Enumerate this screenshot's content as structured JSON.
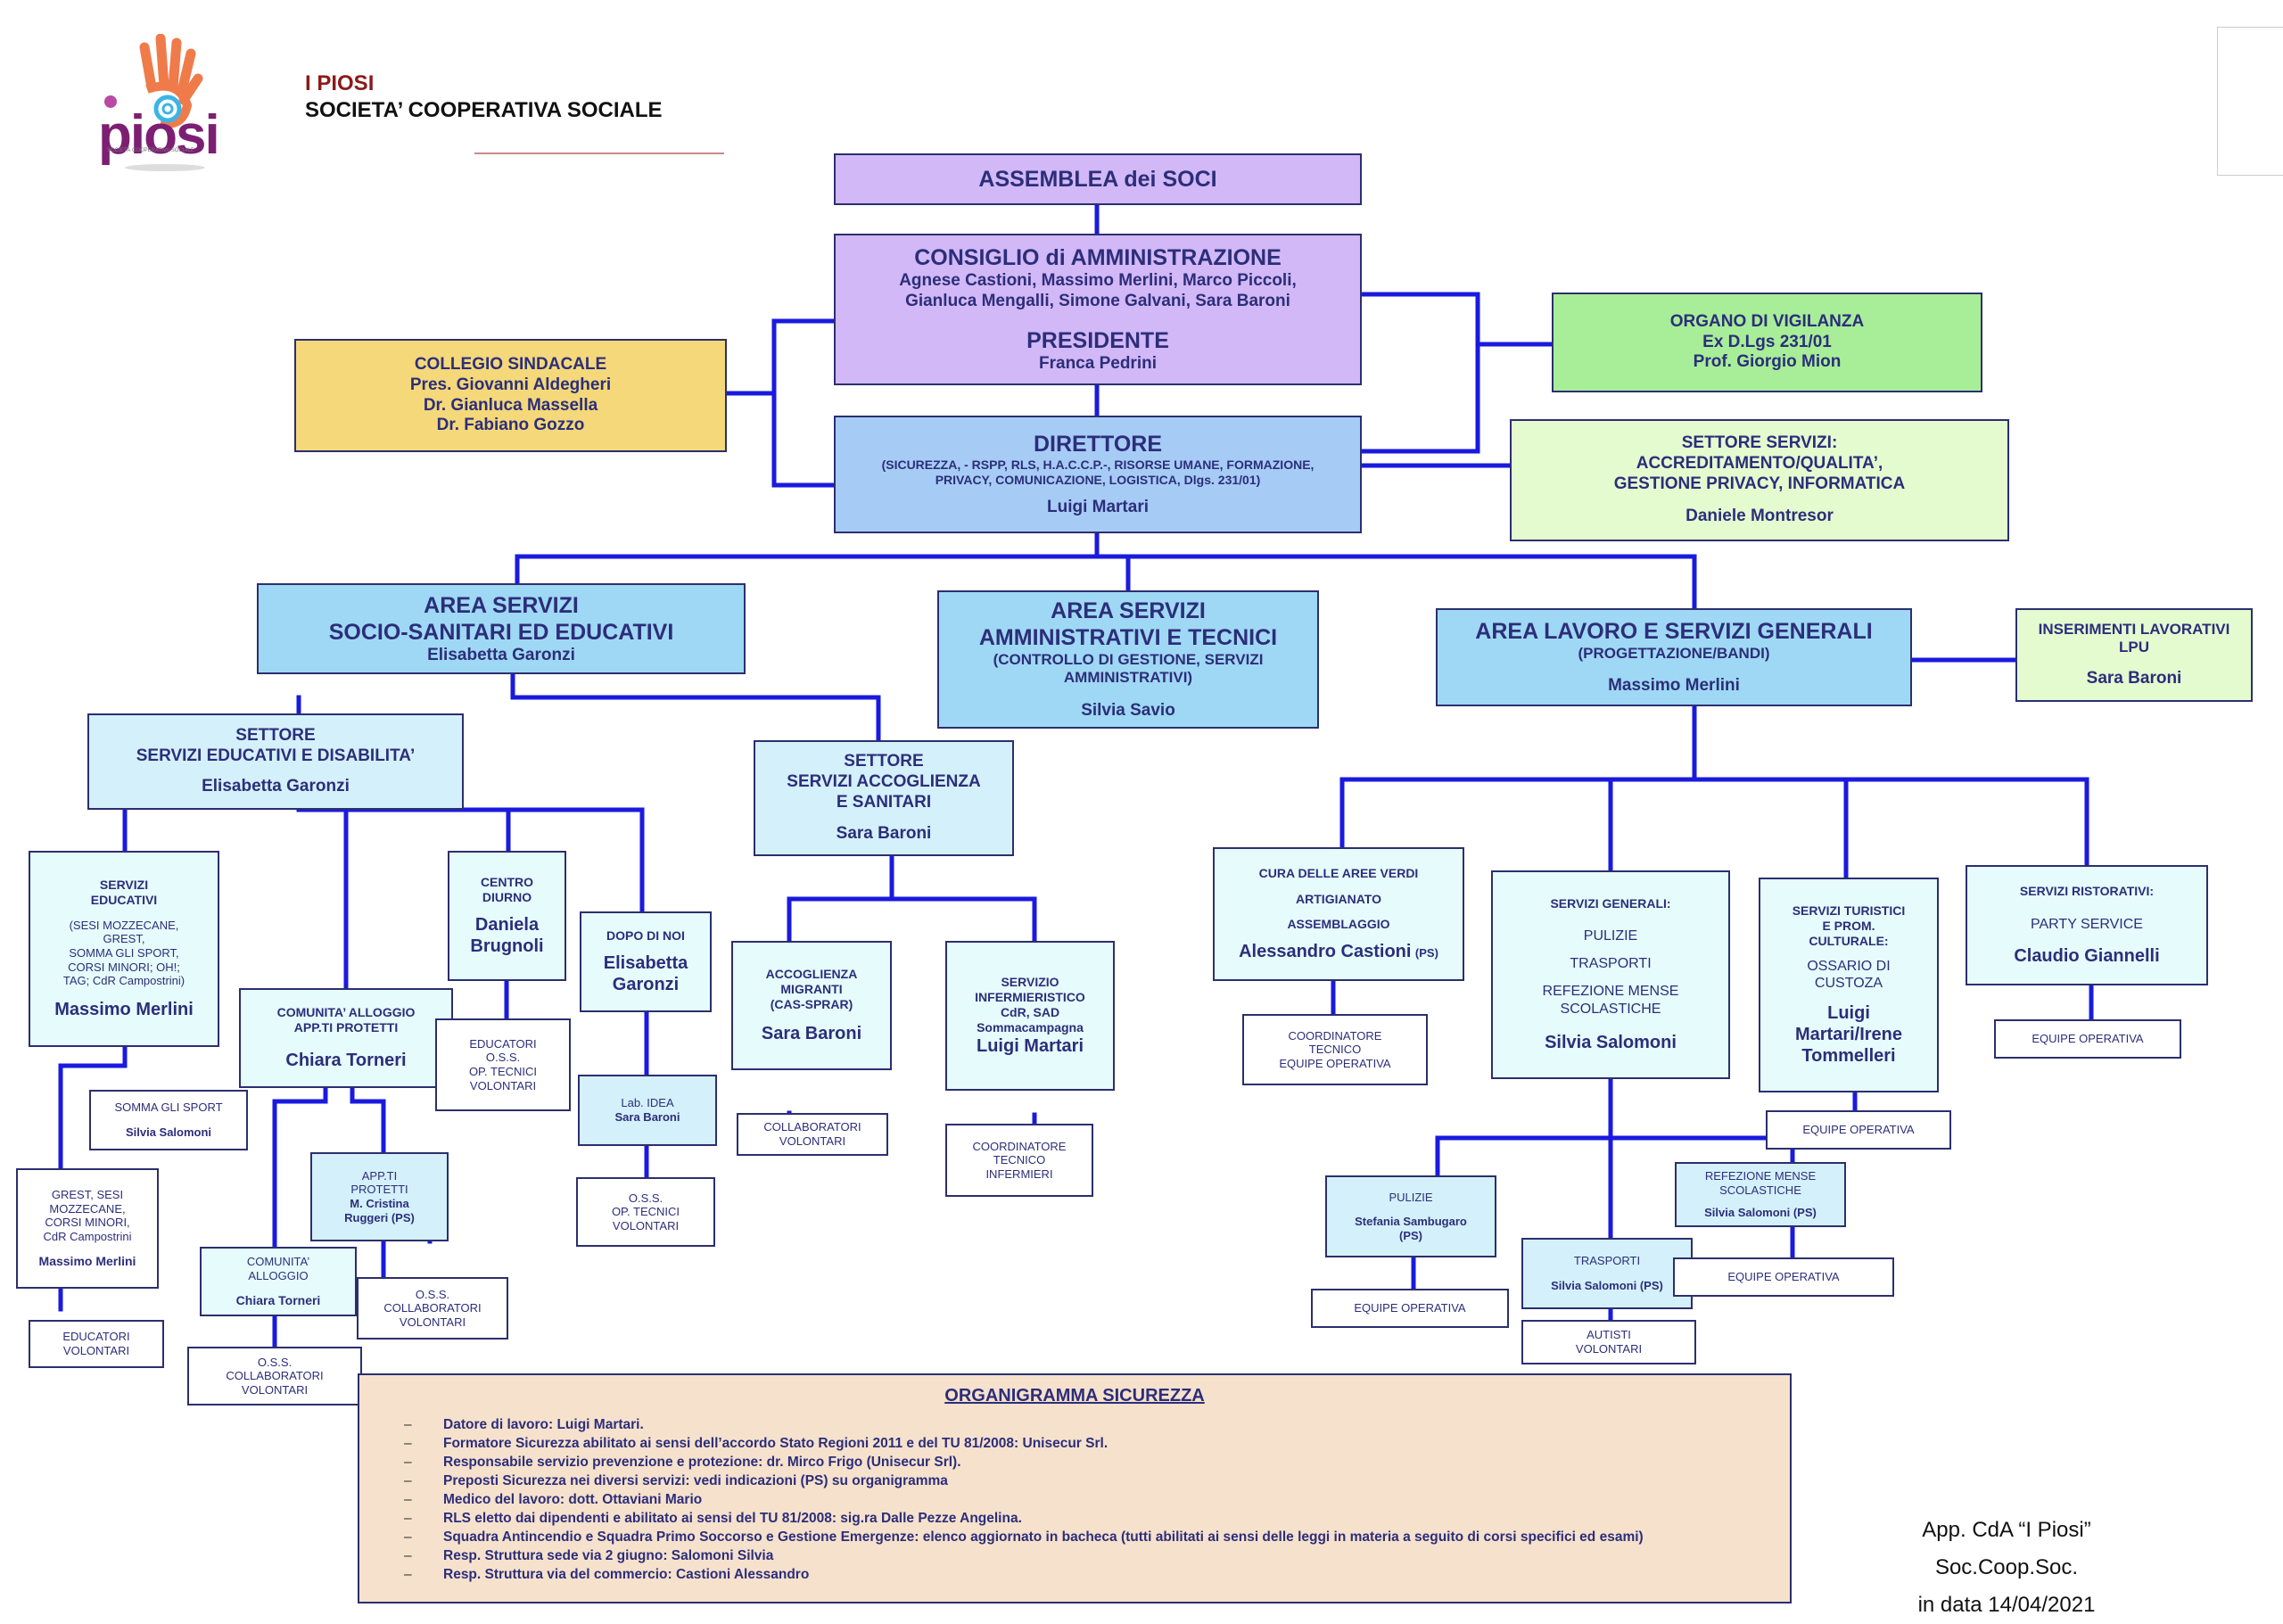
{
  "header": {
    "org_name": "I PIOSI",
    "org_type": "SOCIETA’ COOPERATIVA SOCIALE",
    "logo_text": "piosi",
    "logo_subtext": "SOCIETÀ COOPERATIVA SOCIALE"
  },
  "colors": {
    "line": "#1a1adf",
    "text": "#2c2e7a"
  },
  "assemblea": {
    "title": "ASSEMBLEA dei SOCI"
  },
  "consiglio": {
    "title": "CONSIGLIO di AMMINISTRAZIONE",
    "members_1": "Agnese Castioni, Massimo Merlini, Marco Piccoli,",
    "members_2": "Gianluca Mengalli, Simone Galvani, Sara Baroni",
    "president_title": "PRESIDENTE",
    "president_name": "Franca Pedrini"
  },
  "collegio": {
    "title": "COLLEGIO SINDACALE",
    "line1": "Pres. Giovanni Aldegheri",
    "line2": "Dr. Gianluca Massella",
    "line3": "Dr. Fabiano Gozzo"
  },
  "vigilanza": {
    "title": "ORGANO DI VIGILANZA",
    "line1": "Ex D.Lgs 231/01",
    "line2": "Prof. Giorgio Mion"
  },
  "direttore": {
    "title": "DIRETTORE",
    "desc_1": "(SICUREZZA, - RSPP, RLS, H.A.C.C.P.-, RISORSE UMANE, FORMAZIONE,",
    "desc_2": "PRIVACY, COMUNICAZIONE, LOGISTICA, Dlgs. 231/01)",
    "name": "Luigi Martari"
  },
  "settore_servizi": {
    "line1": "SETTORE SERVIZI:",
    "line2": "ACCREDITAMENTO/QUALITA’,",
    "line3": "GESTIONE PRIVACY, INFORMATICA",
    "name": "Daniele Montresor"
  },
  "area_socio": {
    "line1": "AREA SERVIZI",
    "line2": "SOCIO-SANITARI ED EDUCATIVI",
    "name": "Elisabetta Garonzi"
  },
  "area_amm": {
    "line1": "AREA SERVIZI",
    "line2": "AMMINISTRATIVI E TECNICI",
    "desc_1": "(CONTROLLO DI GESTIONE, SERVIZI",
    "desc_2": "AMMINISTRATIVI)",
    "name": "Silvia Savio"
  },
  "area_lavoro": {
    "line1": "AREA LAVORO E SERVIZI GENERALI",
    "desc": "(PROGETTAZIONE/BANDI)",
    "name": "Massimo Merlini"
  },
  "inserimenti": {
    "line1": "INSERIMENTI LAVORATIVI",
    "line2": "LPU",
    "name": "Sara Baroni"
  },
  "settore_edu": {
    "line1": "SETTORE",
    "line2": "SERVIZI EDUCATIVI E DISABILITA’",
    "name": "Elisabetta Garonzi"
  },
  "settore_acc": {
    "line1": "SETTORE",
    "line2": "SERVIZI ACCOGLIENZA",
    "line3": "E SANITARI",
    "name": "Sara Baroni"
  },
  "servizi_educativi": {
    "line1": "SERVIZI",
    "line2": "EDUCATIVI",
    "desc_1": "(SESI MOZZECANE,",
    "desc_2": "GREST,",
    "desc_3": "SOMMA GLI SPORT,",
    "desc_4": "CORSI MINORI; OH!;",
    "desc_5": "TAG; CdR Campostrini)",
    "name": "Massimo Merlini"
  },
  "somma_sport": {
    "line1": "SOMMA GLI SPORT",
    "name": "Silvia Salomoni"
  },
  "grest": {
    "line1": "GREST, SESI",
    "line2": "MOZZECANE,",
    "line3": "CORSI MINORI,",
    "line4": "CdR Campostrini",
    "name": "Massimo Merlini"
  },
  "educatori_volontari": {
    "line1": "EDUCATORI",
    "line2": "VOLONTARI"
  },
  "comunita_app": {
    "line1": "COMUNITA’ ALLOGGIO",
    "line2": "APP.TI PROTETTI",
    "name": "Chiara Torneri"
  },
  "comunita_alloggio": {
    "line1": "COMUNITA’",
    "line2": "ALLOGGIO",
    "name": "Chiara Torneri"
  },
  "oss_comunita": {
    "line1": "O.S.S.",
    "line2": "COLLABORATORI",
    "line3": "VOLONTARI"
  },
  "app_protetti": {
    "line1": "APP.TI",
    "line2": "PROTETTI",
    "line3": "M. Cristina",
    "line4": "Ruggeri (PS)"
  },
  "oss_app": {
    "line1": "O.S.S.",
    "line2": "COLLABORATORI",
    "line3": "VOLONTARI"
  },
  "centro_diurno": {
    "line1": "CENTRO",
    "line2": "DIURNO",
    "name_1": "Daniela",
    "name_2": "Brugnoli"
  },
  "educatori_centro": {
    "line1": "EDUCATORI",
    "line2": "O.S.S.",
    "line3": "OP. TECNICI",
    "line4": "VOLONTARI"
  },
  "dopo_di_noi": {
    "line1": "DOPO DI NOI",
    "name_1": "Elisabetta",
    "name_2": "Garonzi"
  },
  "lab_idea": {
    "line1": "Lab. IDEA",
    "name": "Sara Baroni"
  },
  "oss_dopo": {
    "line1": "O.S.S.",
    "line2": "OP. TECNICI",
    "line3": "VOLONTARI"
  },
  "accoglienza": {
    "line1": "ACCOGLIENZA",
    "line2": "MIGRANTI",
    "line3": "(CAS-SPRAR)",
    "name": "Sara Baroni"
  },
  "collab_volontari": {
    "line1": "COLLABORATORI",
    "line2": "VOLONTARI"
  },
  "infermieristico": {
    "line1": "SERVIZIO",
    "line2": "INFERMIERISTICO",
    "line3": "CdR, SAD",
    "line4": "Sommacampagna",
    "name": "Luigi Martari"
  },
  "coord_infermieri": {
    "line1": "COORDINATORE",
    "line2": "TECNICO",
    "line3": "INFERMIERI"
  },
  "aree_verdi": {
    "line1": "CURA DELLE AREE VERDI",
    "line2": "ARTIGIANATO",
    "line3": "ASSEMBLAGGIO",
    "name": "Alessandro Castioni",
    "suffix": "(PS)"
  },
  "coord_equipe": {
    "line1": "COORDINATORE",
    "line2": "TECNICO",
    "line3": "EQUIPE OPERATIVA"
  },
  "servizi_generali": {
    "line1": "SERVIZI GENERALI:",
    "item1": "PULIZIE",
    "item2": "TRASPORTI",
    "item3_1": "REFEZIONE MENSE",
    "item3_2": "SCOLASTICHE",
    "name": "Silvia Salomoni"
  },
  "pulizie": {
    "line1": "PULIZIE",
    "name_1": "Stefania Sambugaro",
    "name_2": "(PS)"
  },
  "equipe_pulizie": {
    "line1": "EQUIPE OPERATIVA"
  },
  "trasporti": {
    "line1": "TRASPORTI",
    "name": "Silvia Salomoni (PS)"
  },
  "autisti": {
    "line1": "AUTISTI",
    "line2": "VOLONTARI"
  },
  "refezione": {
    "line1": "REFEZIONE MENSE",
    "line2": "SCOLASTICHE",
    "name": "Silvia Salomoni (PS)"
  },
  "equipe_refezione": {
    "line1": "EQUIPE OPERATIVA"
  },
  "turistici": {
    "line1": "SERVIZI TURISTICI",
    "line2": "E PROM.",
    "line3": "CULTURALE:",
    "item1": "OSSARIO DI",
    "item2": "CUSTOZA",
    "name_1": "Luigi",
    "name_2": "Martari/Irene",
    "name_3": "Tommelleri"
  },
  "equipe_turistici": {
    "line1": "EQUIPE OPERATIVA"
  },
  "ristorativi": {
    "line1": "SERVIZI RISTORATIVI:",
    "item1": "PARTY SERVICE",
    "name": "Claudio Giannelli"
  },
  "equipe_ristorativi": {
    "line1": "EQUIPE OPERATIVA"
  },
  "sicurezza": {
    "title": "ORGANIGRAMMA SICUREZZA",
    "items": [
      "Datore di lavoro: Luigi Martari.",
      "Formatore Sicurezza abilitato ai sensi dell’accordo Stato Regioni 2011 e del TU 81/2008: Unisecur Srl.",
      "Responsabile servizio prevenzione e protezione: dr. Mirco Frigo (Unisecur Srl).",
      "Preposti Sicurezza nei diversi servizi: vedi indicazioni (PS) su organigramma",
      "Medico del lavoro: dott. Ottaviani Mario",
      "RLS eletto dai dipendenti e abilitato ai sensi del TU 81/2008: sig.ra Dalle Pezze Angelina.",
      "Squadra Antincendio e Squadra Primo Soccorso e Gestione Emergenze: elenco aggiornato in bacheca (tutti abilitati ai sensi delle leggi in materia a seguito di corsi specifici ed esami)",
      "Resp. Struttura sede via 2 giugno: Salomoni Silvia",
      "Resp. Struttura via del commercio: Castioni Alessandro"
    ]
  },
  "approval": {
    "line1": "App. CdA “I Piosi” Soc.Coop.Soc.",
    "line2": "in data 14/04/2021"
  }
}
